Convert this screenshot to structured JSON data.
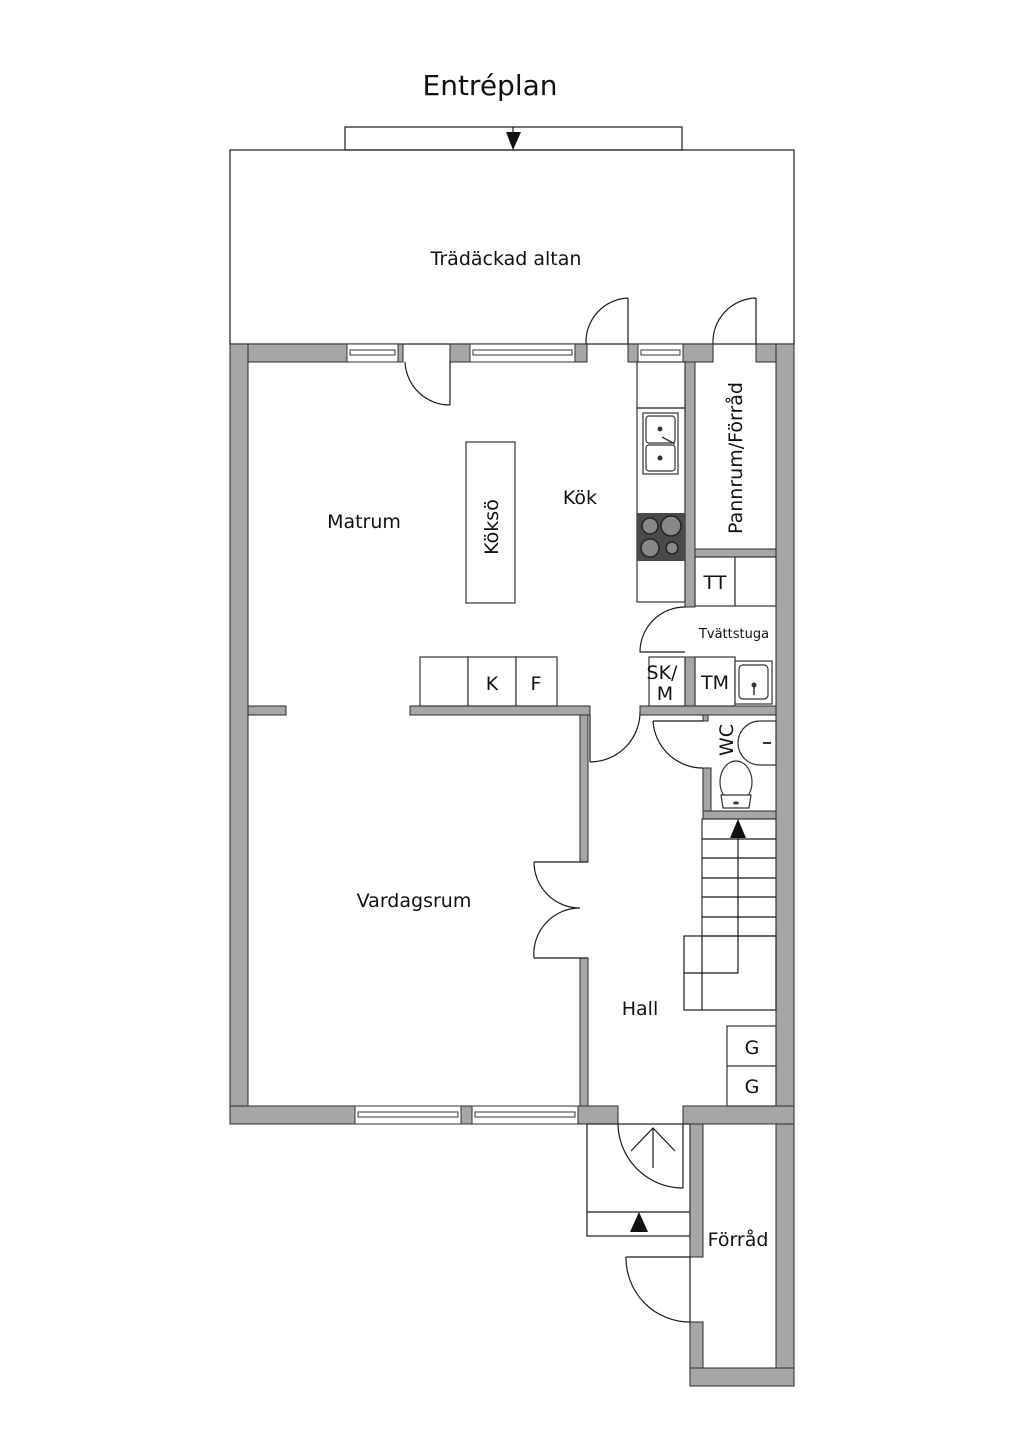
{
  "title": "Entréplan",
  "rooms": {
    "deck": "Trädäckad altan",
    "dining": "Matrum",
    "kitchen": "Kök",
    "island": "Köksö",
    "boiler": "Pannrum/Förråd",
    "laundry": "Tvättstuga",
    "wc": "WC",
    "living": "Vardagsrum",
    "hall": "Hall",
    "storage": "Förråd"
  },
  "fixtures": {
    "tumble_dryer": "TT",
    "washing_machine": "TM",
    "cleaning_closet": [
      "SK/",
      "M"
    ],
    "freezer": "K",
    "fridge": "F",
    "wardrobe_1": "G",
    "wardrobe_2": "G"
  },
  "colors": {
    "wall": "#a6a6a6",
    "stove": "#4a4a4a",
    "line": "#1a1a1a"
  }
}
